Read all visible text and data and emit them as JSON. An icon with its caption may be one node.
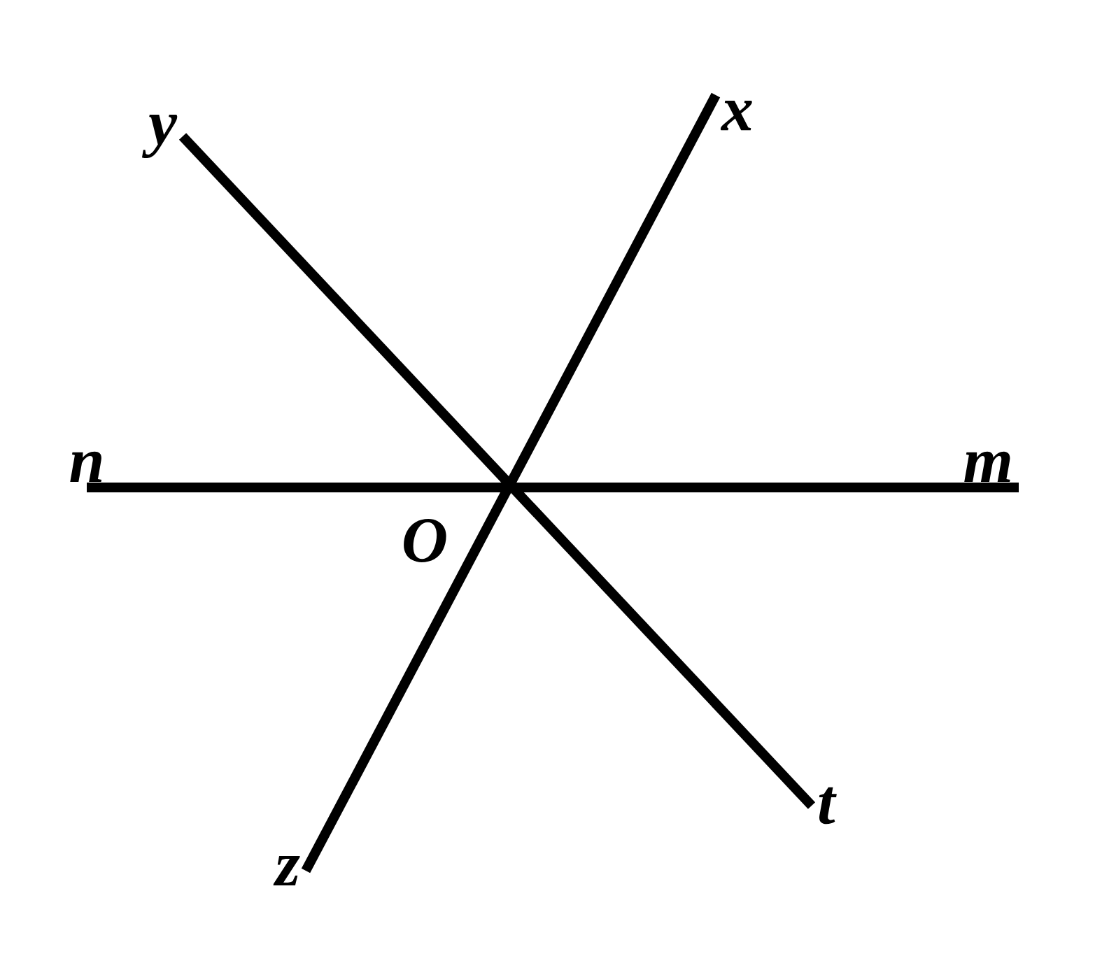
{
  "diagram": {
    "nodes": [
      {
        "text": [
          "y"
        ]
      },
      {
        "text": [
          "x"
        ]
      },
      {
        "text": [
          "n"
        ]
      },
      {
        "text": [
          "m"
        ]
      },
      {
        "text": [
          "t"
        ]
      },
      {
        "text": [
          "z"
        ]
      }
    ],
    "edges": [
      {
        "from": 1,
        "to": 5,
        "arrow": "none"
      },
      {
        "from": 0,
        "to": 4,
        "arrow": "none"
      },
      {
        "from": 2,
        "to": 3,
        "arrow": "none"
      }
    ],
    "labels": [
      "O"
    ]
  }
}
